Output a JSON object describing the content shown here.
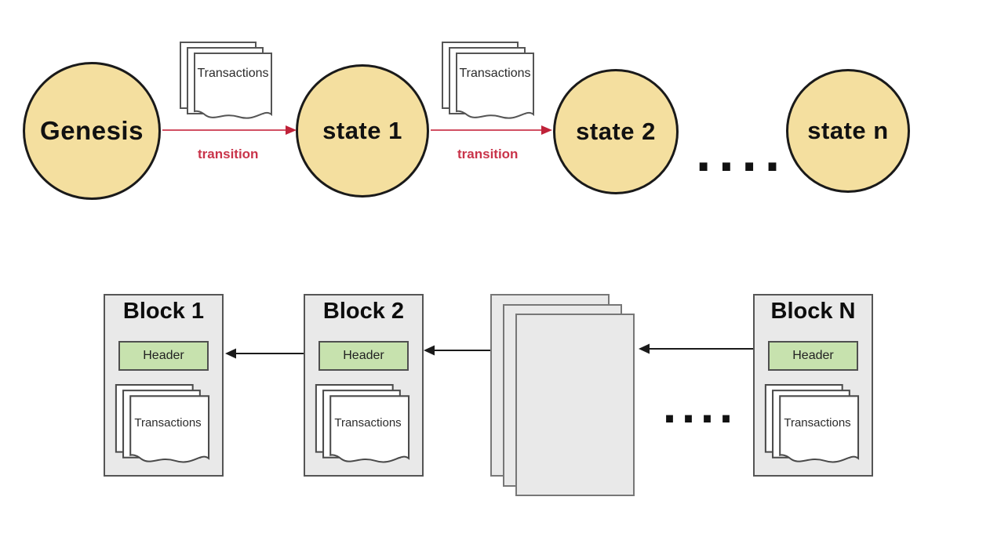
{
  "states": {
    "nodes": [
      {
        "label": "Genesis"
      },
      {
        "label": "state 1"
      },
      {
        "label": "state 2"
      },
      {
        "label": "state n"
      }
    ],
    "transitions": [
      {
        "label": "transition",
        "doc_label": "Transactions"
      },
      {
        "label": "transition",
        "doc_label": "Transactions"
      }
    ],
    "ellipsis": "...."
  },
  "blocks": {
    "items": [
      {
        "title": "Block 1",
        "header_label": "Header",
        "doc_label": "Transactions"
      },
      {
        "title": "Block 2",
        "header_label": "Header",
        "doc_label": "Transactions"
      },
      {
        "title": "Block N",
        "header_label": "Header",
        "doc_label": "Transactions"
      }
    ],
    "ellipsis": "...."
  },
  "colors": {
    "state_fill": "#f4df9f",
    "state_border": "#1a1a1a",
    "transition_red": "#c9344a",
    "block_fill": "#e9e9e9",
    "block_border": "#555555",
    "header_fill": "#c7e2ae",
    "doc_page_fill": "#ffffff",
    "arrow_black": "#1a1a1a"
  }
}
